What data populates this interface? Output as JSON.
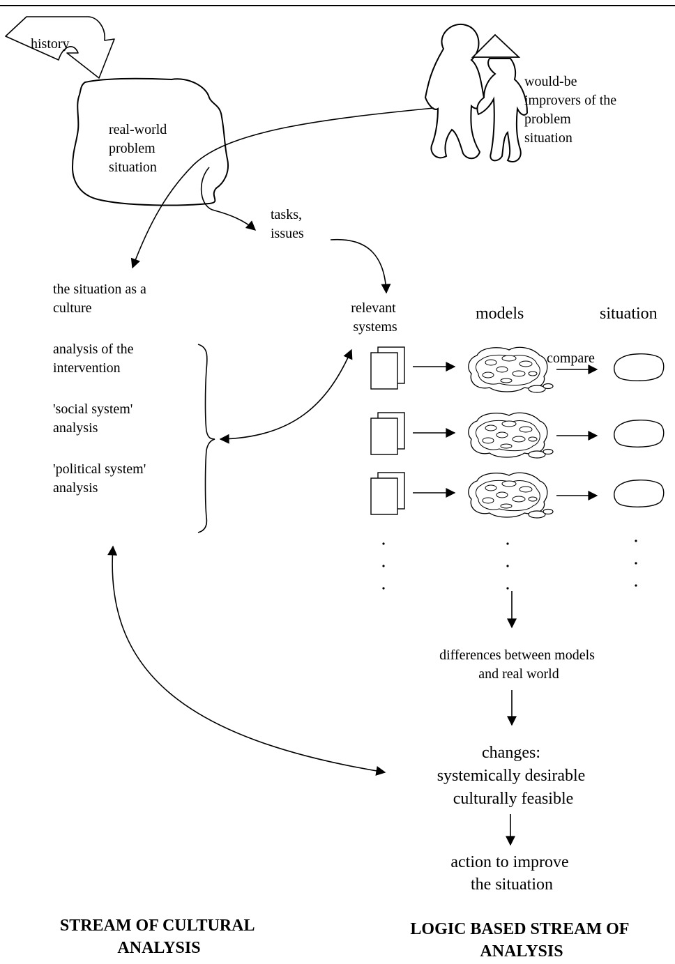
{
  "labels": {
    "history": "history",
    "problem_situation": [
      "real-world",
      "problem",
      "situation"
    ],
    "improvers": [
      "would-be",
      "improvers of the",
      "problem",
      "situation"
    ],
    "tasks_issues": [
      "tasks,",
      "issues"
    ],
    "culture": [
      "the situation as a",
      "culture"
    ],
    "intervention": [
      "analysis of the",
      "intervention"
    ],
    "social": [
      "'social system'",
      "analysis"
    ],
    "political": [
      "'political system'",
      "analysis"
    ],
    "relevant_systems": [
      "relevant",
      "systems"
    ],
    "models_header": "models",
    "situation_header": "situation",
    "compare": "compare",
    "differences": [
      "differences between models",
      "and real world"
    ],
    "changes": [
      "changes:",
      "systemically desirable",
      "culturally feasible"
    ],
    "action": [
      "action to improve",
      "the situation"
    ]
  },
  "footer": {
    "left": [
      "STREAM OF CULTURAL",
      "ANALYSIS"
    ],
    "right": [
      "LOGIC BASED STREAM OF",
      "ANALYSIS"
    ]
  },
  "icons": {
    "history": "curved-arrow-icon",
    "problem": "cloud-blob-icon",
    "improvers": "two-people-icon",
    "relevant_system": "stacked-pages-icon",
    "model": "thought-cloud-icon",
    "situation": "small-cloud-icon"
  }
}
